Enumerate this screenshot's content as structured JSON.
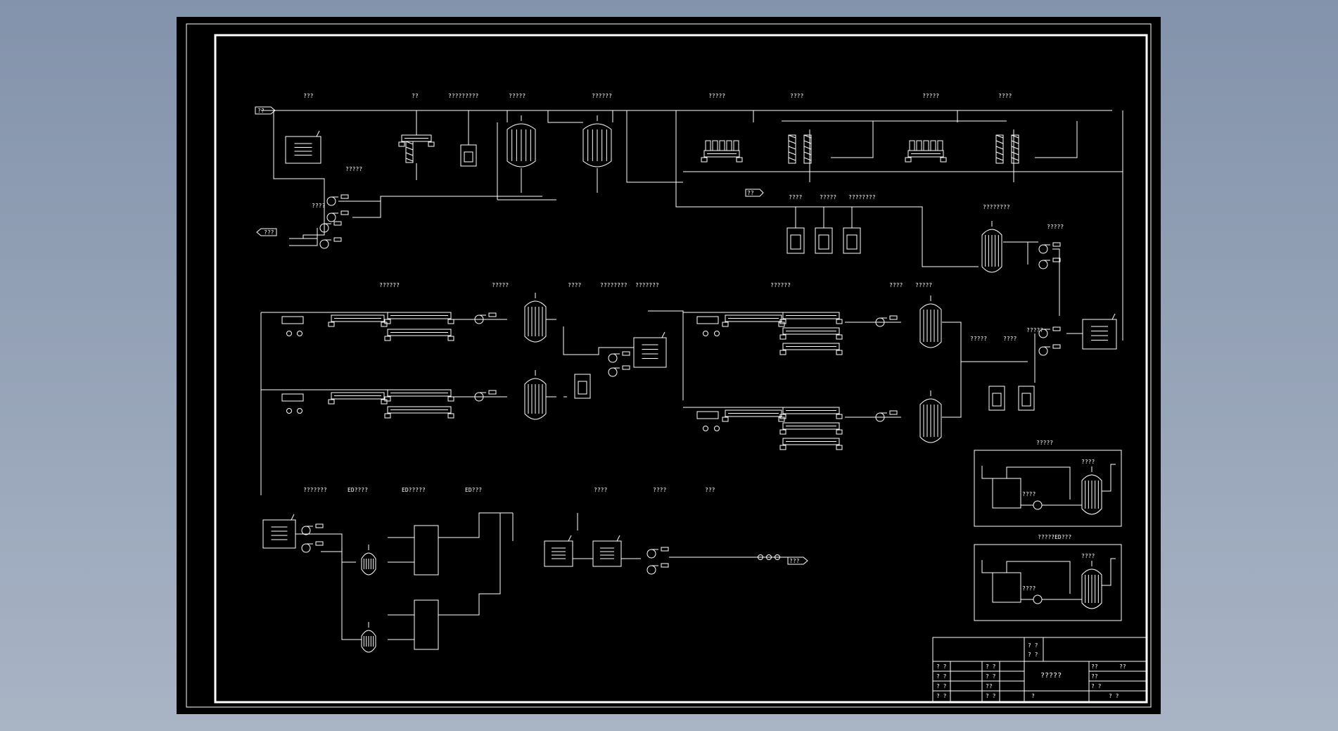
{
  "colors": {
    "background": "#8a99b0",
    "sheet": "#000000",
    "line": "#ffffff"
  },
  "drawing_title": "?????",
  "labels": {
    "a1": "???",
    "a2": "??",
    "a3": "?????????",
    "a4": "?????",
    "a5": "??????",
    "a6": "?????",
    "a7": "????",
    "a8": "?????",
    "a9": "????",
    "b1": "?????",
    "b2": "????",
    "b3": "????",
    "b4": "????????",
    "b5": "?????",
    "c1": "??????",
    "c2": "?????",
    "c3": "????",
    "c4": "????????",
    "c5": "???????",
    "c6": "??????",
    "c7": "????",
    "c8": "?????",
    "d1": "?????",
    "d2": "?????",
    "d3": "????????",
    "e1": "???????",
    "e2": "ED????",
    "e3": "ED?????",
    "e4": "ED???",
    "e5": "????",
    "e6": "????",
    "e7": "???",
    "inset1": "?????",
    "inset2": "?????ED???",
    "inset_a": "????",
    "inset_b": "????",
    "left_io1": "??",
    "left_io2": "???",
    "mid_io": "??",
    "product_io": "???"
  },
  "title_block": {
    "r1": [
      "? ?",
      "? ?"
    ],
    "r2": [
      "? ?",
      "? ?",
      "??",
      "??"
    ],
    "r3": [
      "? ?",
      "? ?",
      "??"
    ],
    "r4": [
      "? ?",
      "??",
      "? ?"
    ],
    "r5": [
      "? ?",
      "? ?",
      "?",
      "? ?"
    ]
  }
}
